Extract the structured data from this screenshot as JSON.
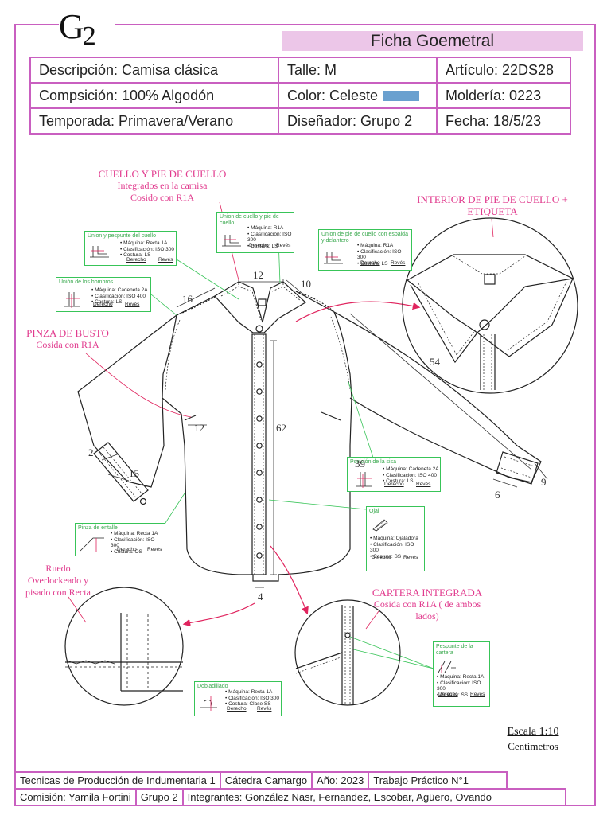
{
  "header": {
    "logo": "G",
    "logo_sub": "2",
    "title": "Ficha Goemetral"
  },
  "info": {
    "descripcion": "Descripción: Camisa clásica",
    "talle": "Talle: M",
    "articulo": "Artículo: 22DS28",
    "composicion": "Compsición: 100% Algodón",
    "color": "Color: Celeste",
    "color_hex": "#6aa0cf",
    "molderia": "Moldería: 0223",
    "temporada": "Temporada: Primavera/Verano",
    "disenador": "Diseñador: Grupo 2",
    "fecha": "Fecha: 18/5/23"
  },
  "annotations": {
    "cuello": {
      "title": "CUELLO Y PIE DE CUELLO",
      "l1": "Integrados en la camisa",
      "l2": "Cosido con R1A"
    },
    "interior": {
      "title": "INTERIOR DE PIE DE CUELLO +",
      "l2": "ETIQUETA"
    },
    "pinza": {
      "title": "PINZA DE BUSTO",
      "l1": "Cosida con R1A"
    },
    "ruedo": {
      "l1": "Ruedo",
      "l2": "Overlockeado y",
      "l3": "pisado con Recta"
    },
    "cartera": {
      "title": "CARTERA INTEGRADA",
      "l1": "Cosida con R1A ( de ambos",
      "l2": "lados)"
    }
  },
  "callouts": {
    "union_cuello": {
      "title": "Union de cuello y pie de cuello",
      "m": "• Máquina: R1A",
      "c": "• Clasificación: ISO 300",
      "s": "• Costura: LS",
      "d": "Derecho",
      "r": "Revés"
    },
    "union_pespunte": {
      "title": "Union y pespunte del cuello",
      "m": "• Máquina: Recta 1A",
      "c": "• Clasificación: ISO 300",
      "s": "• Costura: LS",
      "d": "Derecho",
      "r": "Revés"
    },
    "union_pie": {
      "title": "Union de pie de cuello con espalda y delantero",
      "m": "• Máquina: R1A",
      "c": "• Clasificación: ISO 300",
      "s": "• Costura: LS",
      "d": "Derecho",
      "r": "Revés"
    },
    "union_hombros": {
      "title": "Unión de los hombros",
      "m": "• Máquina: Cadeneta 2A",
      "c": "• Clasificación: ISO 400",
      "s": "• Costura: LS",
      "d": "Derecho",
      "r": "Revés"
    },
    "posicion_sisa": {
      "title": "Posición de la sisa",
      "m": "• Máquina: Cadeneta 2A",
      "c": "• Clasificación: ISO 400",
      "s": "• Costura: LS",
      "d": "Derecho",
      "r": "Revés"
    },
    "pinza_entalle": {
      "title": "Pinza de entalle",
      "m": "• Máquina: Recta 1A",
      "c": "• Clasificación: ISO 300",
      "s": "• Costura: OS",
      "d": "Derecho",
      "r": "Revés"
    },
    "ojal": {
      "title": "Ojal",
      "m": "• Máquina: Ojaladora",
      "c": "• Clasificación: ISO 300",
      "s": "• Costura: SS",
      "d": "Derecho",
      "r": "Revés"
    },
    "dobladillado": {
      "title": "Dobladillado",
      "m": "• Máquina: Recta 1A",
      "c": "• Clasificación: ISO 300",
      "s": "• Costura: Clase SS",
      "d": "Derecho",
      "r": "Revés"
    },
    "pespunte_cartera": {
      "title": "Pespunte de la cartera",
      "m": "• Máquina: Recta 1A",
      "c": "• Clasificación: ISO 300",
      "s": "• Costura: SS",
      "d": "Derecho",
      "r": "Revés"
    }
  },
  "measurements": {
    "m12a": "12",
    "m10": "10",
    "m16": "16",
    "m54": "54",
    "m12b": "12",
    "m62": "62",
    "m2": "2",
    "m15": "15",
    "m39": "39",
    "m6": "6",
    "m9": "9",
    "m4": "4"
  },
  "scale": {
    "label": "Escala 1:10",
    "unit": "Centimetros"
  },
  "footer": {
    "materia": "Tecnicas de Producción de Indumentaria 1",
    "catedra": "Cátedra Camargo",
    "anio": "Año: 2023",
    "trabajo": "Trabajo Práctico N°1",
    "comision": "Comisión: Yamila Fortini",
    "grupo": "Grupo 2",
    "integrantes": "Integrantes: González Nasr, Fernandez, Escobar, Agüero, Ovando"
  }
}
